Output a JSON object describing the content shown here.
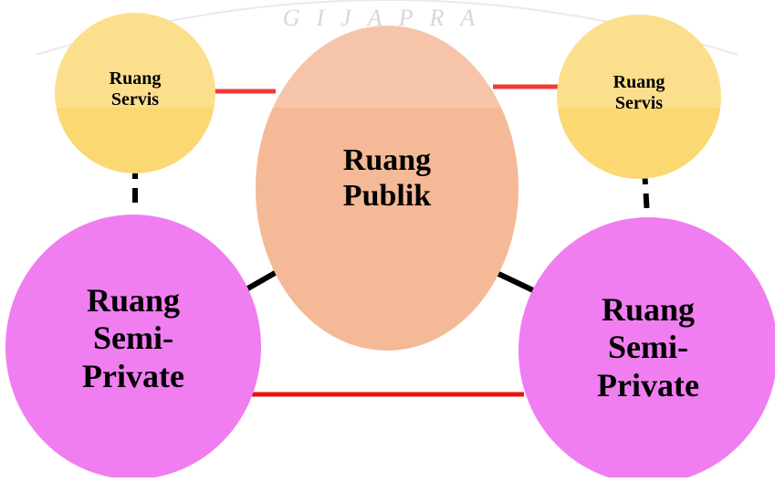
{
  "watermark": {
    "text": "GIJAPRA"
  },
  "nodes": {
    "servis_left": {
      "label": "Ruang\nServis"
    },
    "servis_right": {
      "label": "Ruang\nServis"
    },
    "publik": {
      "label": "Ruang\nPublik"
    },
    "semi_left": {
      "label": "Ruang\nSemi-\nPrivate"
    },
    "semi_right": {
      "label": "Ruang\nSemi-\nPrivate"
    }
  },
  "colors": {
    "servis": "#fcd873",
    "publik": "#f4b996",
    "semi_private": "#f07ef0",
    "line_red": "#ee1111",
    "line_black": "#000000",
    "watermark": "#d8d8d8"
  }
}
